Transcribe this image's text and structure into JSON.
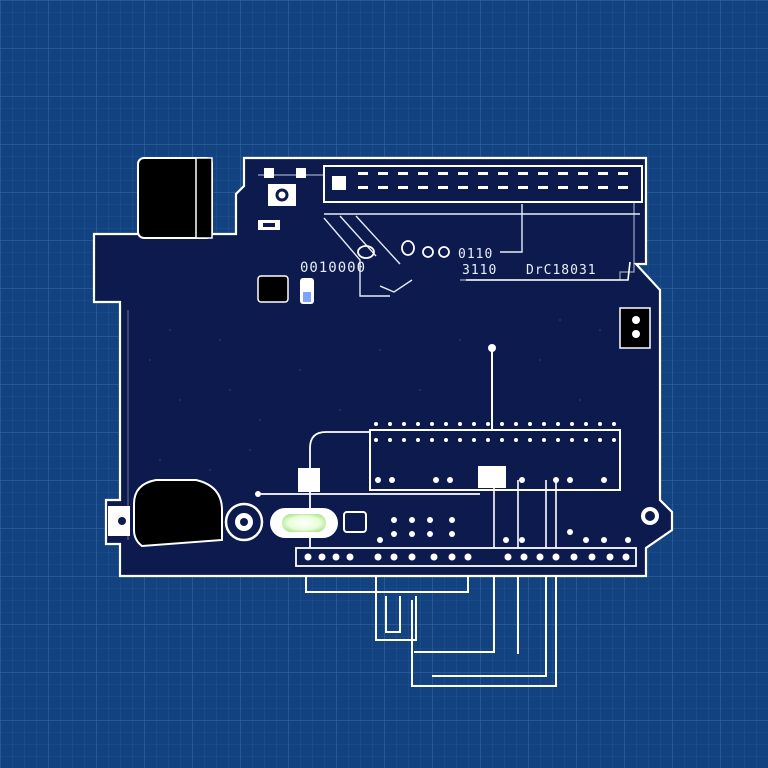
{
  "board": {
    "labels": {
      "label_1": "0110",
      "label_2": "3110",
      "label_3": "DrC18031",
      "label_4": "0010000"
    }
  },
  "colors": {
    "background": "#12427f",
    "grid_fine": "#2a5c99",
    "grid_major": "#3b6dab",
    "board": "#0d1a4d",
    "silkscreen": "#ffffff",
    "component_dark": "#000000",
    "crystal_glow": "#e8ffd9"
  }
}
